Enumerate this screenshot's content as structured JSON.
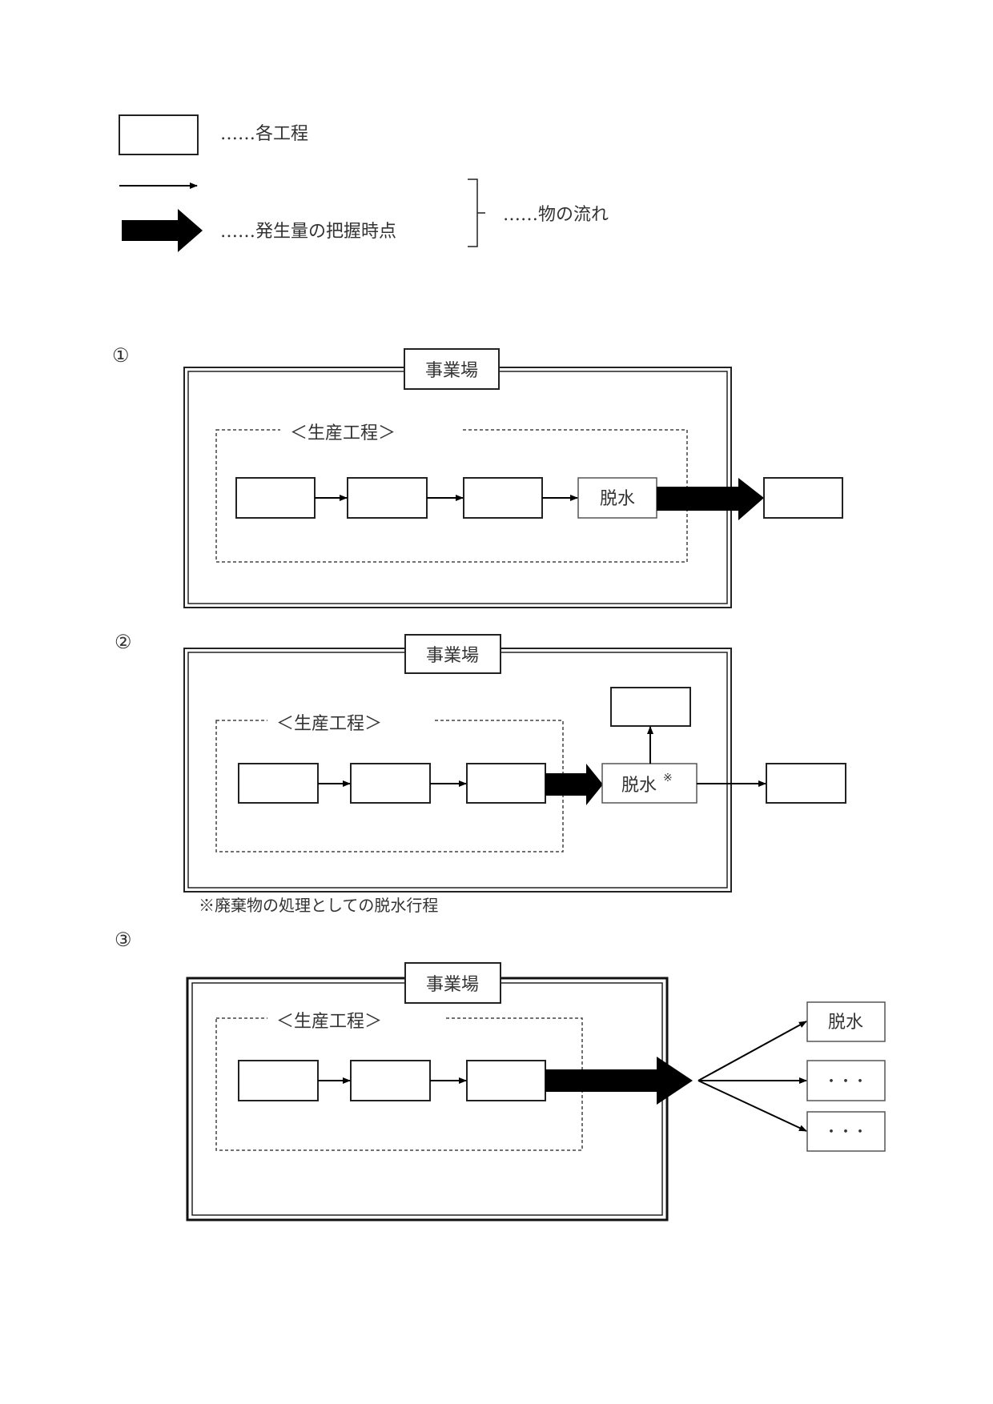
{
  "legend": {
    "process_box_label": "……各工程",
    "generation_point_label": "……発生量の把握時点",
    "flow_label": "……物の流れ"
  },
  "diagrams": [
    {
      "number": "①",
      "site_label": "事業場",
      "production_label": "＜生産工程＞",
      "dewater_label": "脱水"
    },
    {
      "number": "②",
      "site_label": "事業場",
      "production_label": "＜生産工程＞",
      "dewater_label": "脱水",
      "dewater_mark": "※",
      "footnote": "※廃棄物の処理としての脱水行程"
    },
    {
      "number": "③",
      "site_label": "事業場",
      "production_label": "＜生産工程＞",
      "outputs": [
        "脱水",
        "・・・",
        "・・・"
      ]
    }
  ]
}
